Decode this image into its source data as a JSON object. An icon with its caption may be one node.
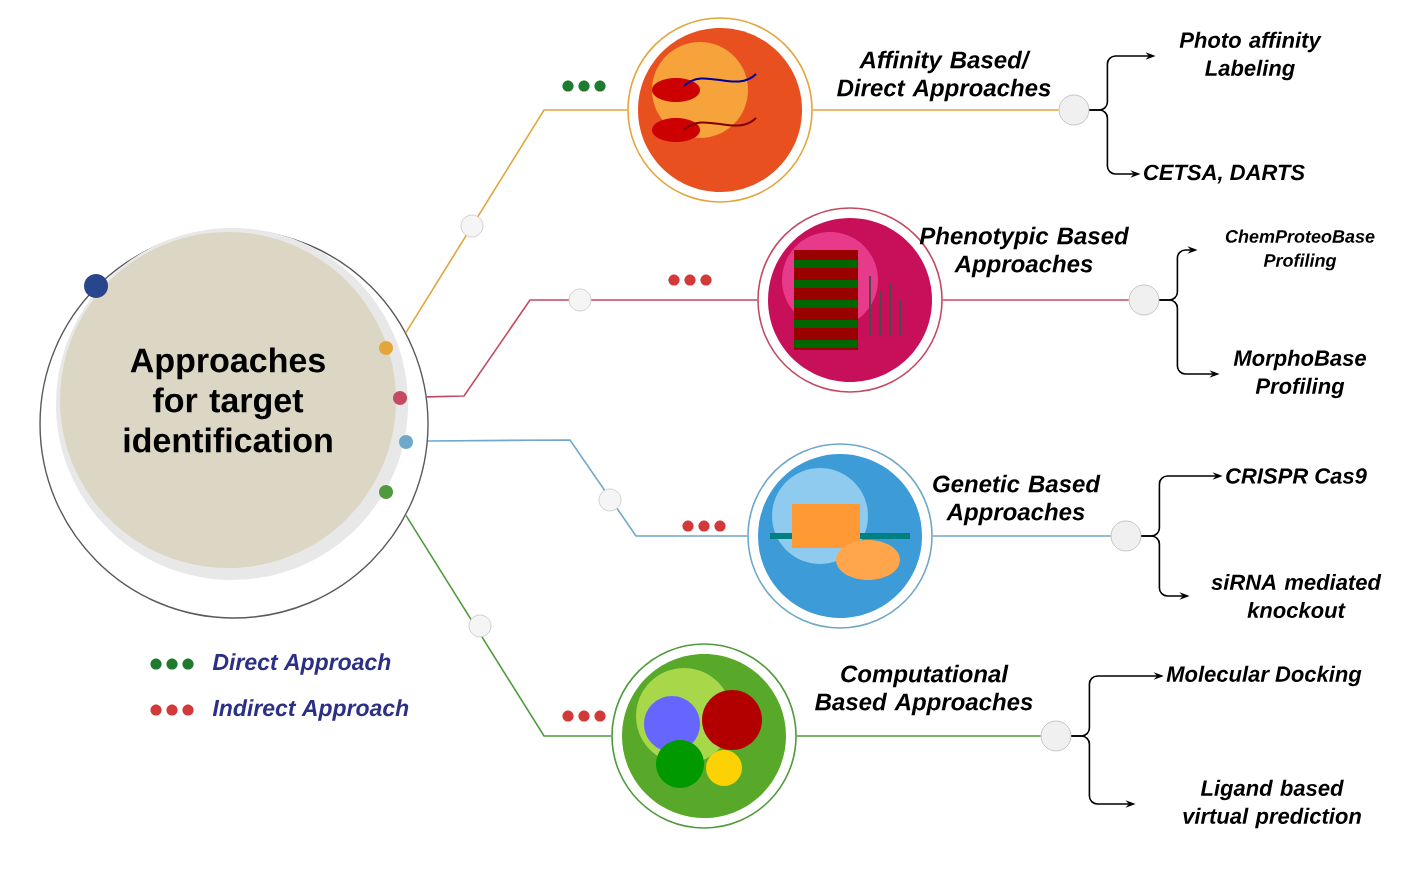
{
  "diagram": {
    "nodes": [
      {
        "text": [
          "Approaches for target identification"
        ]
      },
      {
        "text": [],
        "shape": "picture"
      },
      {
        "text": [],
        "shape": "circle"
      },
      {
        "text": [
          "Photo affinity Labeling"
        ]
      },
      {
        "text": [
          "CETSA, DARTS"
        ]
      },
      {
        "text": [],
        "shape": "picture"
      },
      {
        "text": [],
        "shape": "circle"
      },
      {
        "text": [
          "ChemProteoBase Profiling"
        ]
      },
      {
        "text": [
          "MorphoBase Profiling"
        ]
      },
      {
        "text": [],
        "shape": "picture"
      },
      {
        "text": [],
        "shape": "circle"
      },
      {
        "text": [
          "CRISPR Cas9"
        ]
      },
      {
        "text": [
          "siRNA mediated knockout"
        ]
      },
      {
        "text": [],
        "shape": "picture"
      },
      {
        "text": [],
        "shape": "circle"
      },
      {
        "text": [
          "Molecular Docking"
        ]
      },
      {
        "text": [
          "Ligand based virtual prediction"
        ]
      }
    ],
    "edges": [
      {
        "from": 0,
        "to": 1,
        "arrow": "none",
        "color": "#e3a53c"
      },
      {
        "from": 1,
        "to": 2,
        "arrow": "none",
        "color": "#e3a53c"
      },
      {
        "from": 2,
        "to": 3,
        "arrow": "to"
      },
      {
        "from": 2,
        "to": 4,
        "arrow": "to"
      },
      {
        "from": 0,
        "to": 5,
        "arrow": "none",
        "color": "#c44a62"
      },
      {
        "from": 5,
        "to": 6,
        "arrow": "none",
        "color": "#c44a62"
      },
      {
        "from": 6,
        "to": 7,
        "arrow": "to"
      },
      {
        "from": 6,
        "to": 8,
        "arrow": "to"
      },
      {
        "from": 0,
        "to": 9,
        "arrow": "none",
        "color": "#6fa8c8"
      },
      {
        "from": 9,
        "to": 10,
        "arrow": "none",
        "color": "#6fa8c8"
      },
      {
        "from": 10,
        "to": 11,
        "arrow": "to"
      },
      {
        "from": 10,
        "to": 12,
        "arrow": "to"
      },
      {
        "from": 0,
        "to": 13,
        "arrow": "none",
        "color": "#4f9a3c"
      },
      {
        "from": 13,
        "to": 14,
        "arrow": "none",
        "color": "#4f9a3c"
      },
      {
        "from": 14,
        "to": 15,
        "arrow": "to"
      },
      {
        "from": 14,
        "to": 16,
        "arrow": "to"
      }
    ],
    "labels": [
      "Affinity Based/ Direct Approaches",
      "Phenotypic Based Approaches",
      "Genetic Based Approaches",
      "Computational Based Approaches"
    ],
    "legend": [
      {
        "text": "Direct Approach",
        "color": "#1e7a2e"
      },
      {
        "text": "Indirect Approach",
        "color": "#d23a3a"
      }
    ]
  }
}
